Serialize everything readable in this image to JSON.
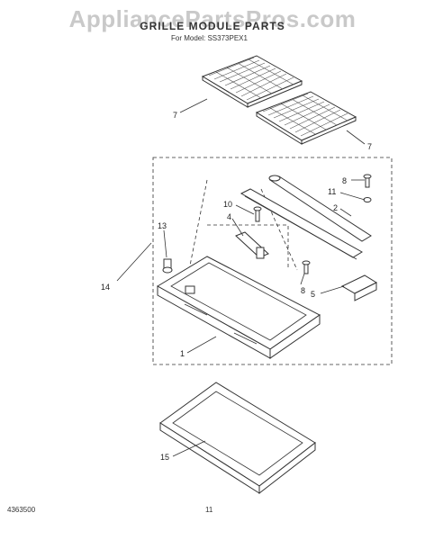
{
  "header": {
    "watermark": "AppliancePartsPros.com",
    "title": "GRILLE MODULE PARTS",
    "model_line": "For Model: SS373PEX1"
  },
  "footer": {
    "doc_number": "4363500",
    "page_number": "11"
  },
  "callouts": [
    {
      "id": "c7a",
      "label": "7"
    },
    {
      "id": "c7b",
      "label": "7"
    },
    {
      "id": "c8a",
      "label": "8"
    },
    {
      "id": "c11",
      "label": "11"
    },
    {
      "id": "c2",
      "label": "2"
    },
    {
      "id": "c10",
      "label": "10"
    },
    {
      "id": "c4",
      "label": "4"
    },
    {
      "id": "c13",
      "label": "13"
    },
    {
      "id": "c14",
      "label": "14"
    },
    {
      "id": "c8b",
      "label": "8"
    },
    {
      "id": "c5",
      "label": "5"
    },
    {
      "id": "c1",
      "label": "1"
    },
    {
      "id": "c15",
      "label": "15"
    }
  ]
}
